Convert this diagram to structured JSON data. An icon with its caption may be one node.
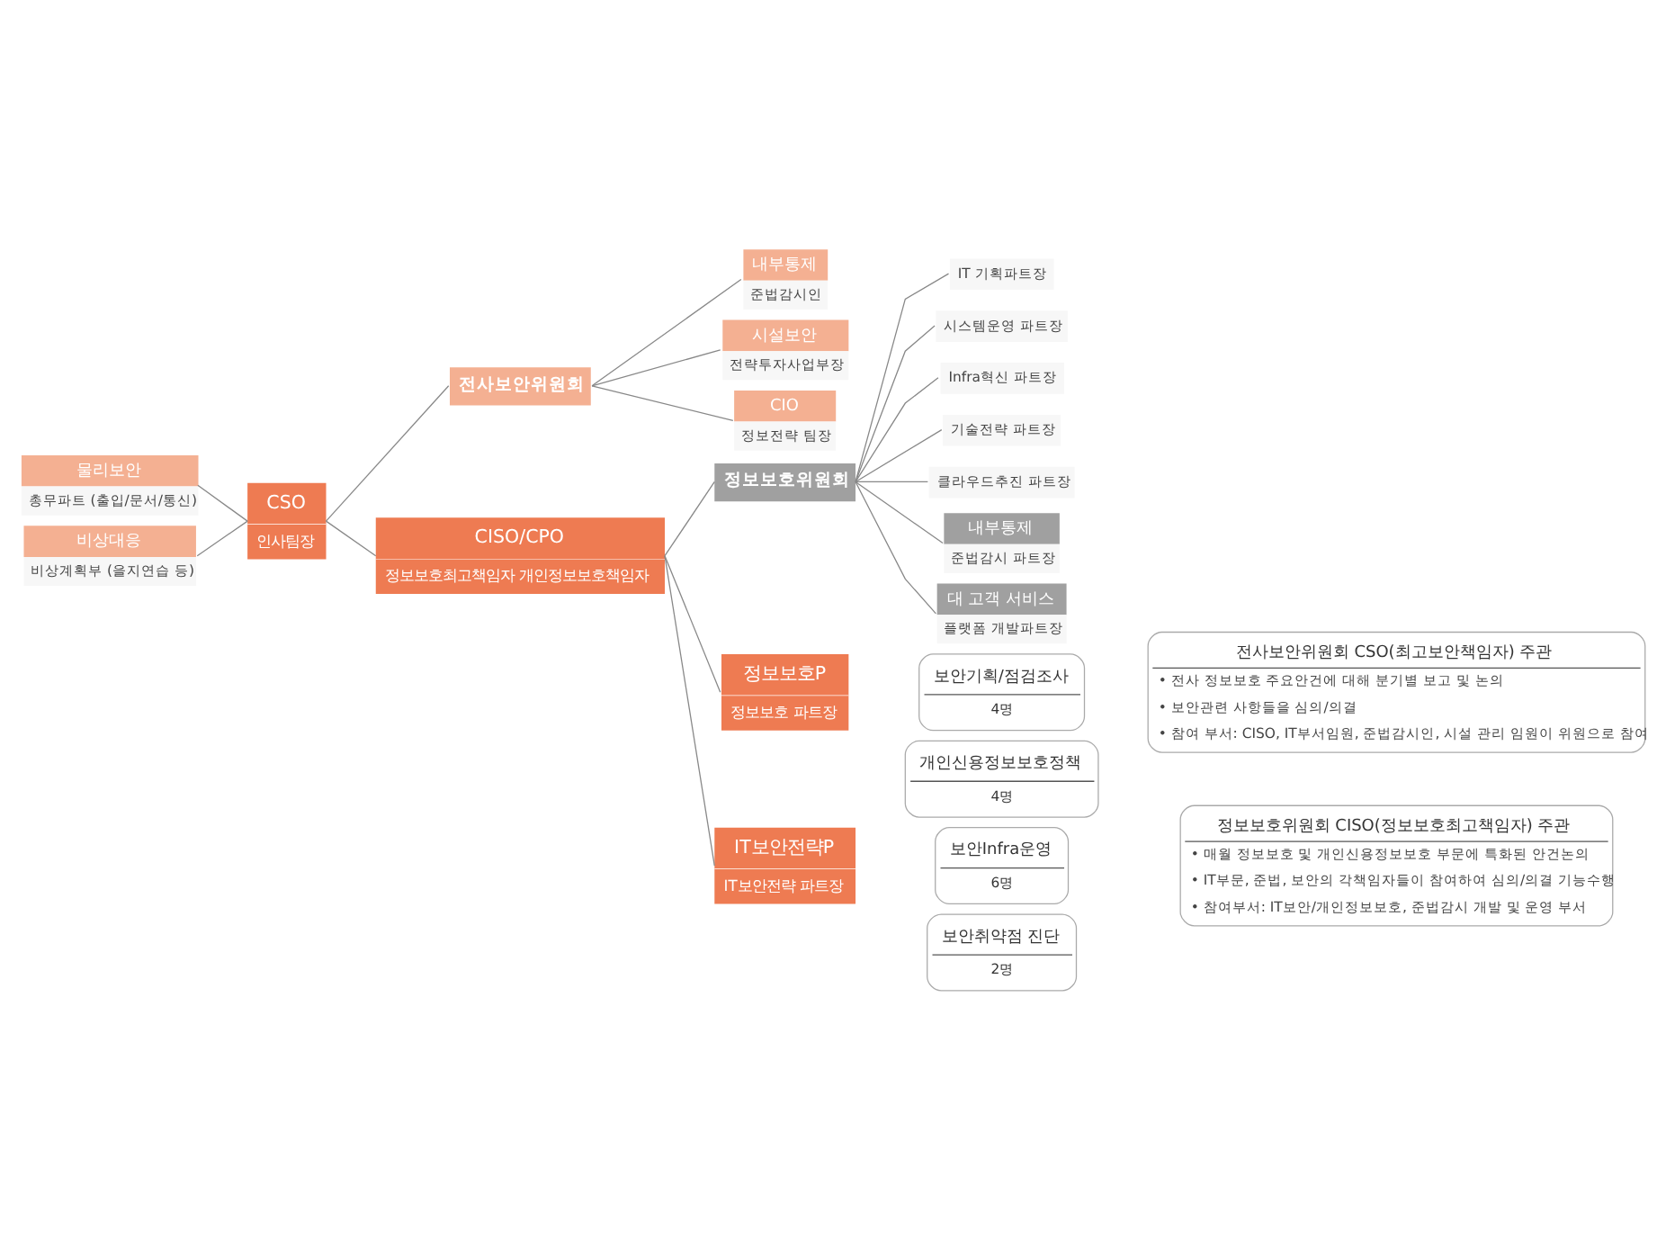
{
  "diagram": {
    "nodes": [
      {
        "text": [
          "물리보안",
          "총무파트 (출입/문서/통신)"
        ]
      },
      {
        "text": [
          "비상대응",
          "비상계획부 (을지연습 등)"
        ]
      },
      {
        "text": [
          "CSO",
          "인사팀장"
        ]
      },
      {
        "text": [
          "전사보안위원회"
        ]
      },
      {
        "text": [
          "CISO/CPO",
          "정보보호최고책임자 개인정보보호책임자"
        ]
      },
      {
        "text": [
          "정보보호위원회"
        ]
      },
      {
        "text": [
          "내부통제",
          "준법감시인"
        ]
      },
      {
        "text": [
          "시설보안",
          "전략투자사업부장"
        ]
      },
      {
        "text": [
          "CIO",
          "정보전략 팀장"
        ]
      },
      {
        "text": [
          "IT 기획파트장"
        ]
      },
      {
        "text": [
          "시스템운영 파트장"
        ]
      },
      {
        "text": [
          "Infra혁신 파트장"
        ]
      },
      {
        "text": [
          "기술전략 파트장"
        ]
      },
      {
        "text": [
          "클라우드추진 파트장"
        ]
      },
      {
        "text": [
          "내부통제",
          "준법감시 파트장"
        ]
      },
      {
        "text": [
          "대 고객 서비스",
          "플랫폼 개발파트장"
        ]
      },
      {
        "text": [
          "정보보호P",
          "정보보호 파트장"
        ]
      },
      {
        "text": [
          "IT보안전략P",
          "IT보안전략 파트장"
        ]
      },
      {
        "text": [
          "보안기획/점검조사",
          "4명"
        ]
      },
      {
        "text": [
          "개인신용정보보호정책",
          "4명"
        ]
      },
      {
        "text": [
          "보안Infra운영",
          "6명"
        ]
      },
      {
        "text": [
          "보안취약점 진단",
          "2명"
        ]
      },
      {
        "text": [
          "전사보안위원회 CSO(최고보안책임자) 주관",
          "• 전사 정보보호 주요안건에 대해 분기별 보고 및 논의",
          "• 보안관련 사항들을 심의/의결",
          "• 참여 부서: CISO, IT부서임원, 준법감시인, 시설 관리 임원이 위원으로 참여"
        ]
      },
      {
        "text": [
          "정보보호위원회 CISO(정보보호최고책임자) 주관",
          "• 매월 정보보호 및 개인신용정보보호 부문에 특화된 안건논의",
          "• IT부문, 준법, 보안의 각책임자들이 참여하여 심의/의결 기능수행",
          "• 참여부서: IT보안/개인정보보호, 준법감시 개발 및 운영 부서"
        ]
      }
    ],
    "edges": [
      {
        "from": 0,
        "to": 2,
        "arrow": "none"
      },
      {
        "from": 1,
        "to": 2,
        "arrow": "none"
      },
      {
        "from": 2,
        "to": 4,
        "arrow": "none"
      },
      {
        "from": 2,
        "to": 3,
        "arrow": "none"
      },
      {
        "from": 3,
        "to": 6,
        "arrow": "none"
      },
      {
        "from": 3,
        "to": 7,
        "arrow": "none"
      },
      {
        "from": 3,
        "to": 8,
        "arrow": "none"
      },
      {
        "from": 4,
        "to": 5,
        "arrow": "none"
      },
      {
        "from": 5,
        "to": 9,
        "arrow": "none"
      },
      {
        "from": 5,
        "to": 10,
        "arrow": "none"
      },
      {
        "from": 5,
        "to": 11,
        "arrow": "none"
      },
      {
        "from": 5,
        "to": 12,
        "arrow": "none"
      },
      {
        "from": 5,
        "to": 13,
        "arrow": "none"
      },
      {
        "from": 5,
        "to": 14,
        "arrow": "none"
      },
      {
        "from": 5,
        "to": 15,
        "arrow": "none"
      },
      {
        "from": 4,
        "to": 16,
        "arrow": "none"
      },
      {
        "from": 4,
        "to": 17,
        "arrow": "none"
      }
    ]
  }
}
